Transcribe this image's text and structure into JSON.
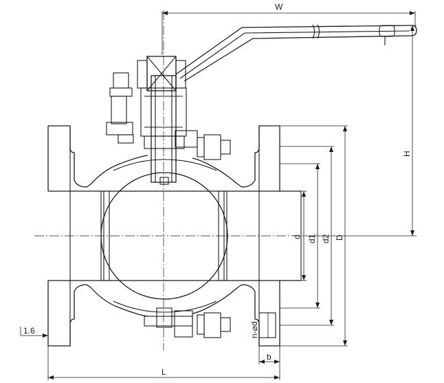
{
  "labels": {
    "W": "W",
    "H": "H",
    "d": "d",
    "d1": "d1",
    "d2": "d2",
    "D": "D",
    "n_od": "n-⌀d",
    "b": "b",
    "L": "L",
    "roughness": "1.6"
  }
}
